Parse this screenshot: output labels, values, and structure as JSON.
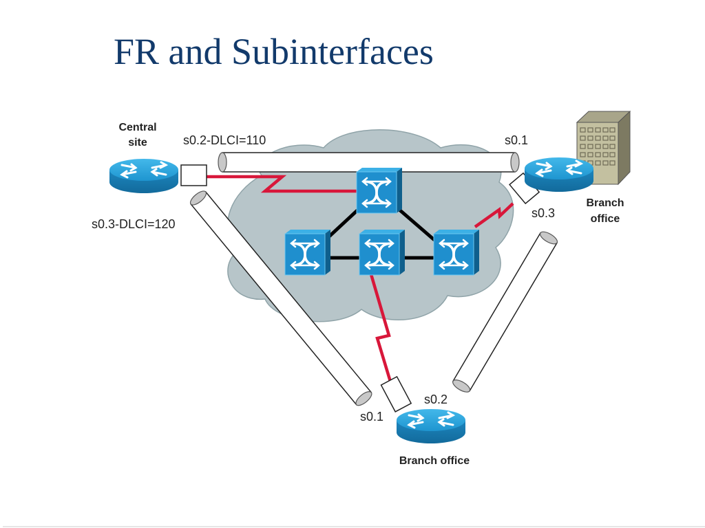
{
  "slide": {
    "title": "FR and Subinterfaces"
  },
  "diagram": {
    "colors": {
      "title": "#123a6b",
      "cloud": "#b7c5c9",
      "router_top": "#2aa3dc",
      "router_side": "#1a7fb5",
      "switch_face": "#1f8fce",
      "frame_relay_link": "#d8173a",
      "trunk_link": "#000000",
      "building": "#c3c0a0"
    },
    "nodes": {
      "central": {
        "label_line1": "Central",
        "label_line2": "site"
      },
      "branch_right": {
        "label_line1": "Branch",
        "label_line2": "office"
      },
      "branch_bottom": {
        "label": "Branch office"
      }
    },
    "interface_labels": {
      "central_s02": "s0.2-DLCI=110",
      "central_s03": "s0.3-DLCI=120",
      "right_s01": "s0.1",
      "right_s03": "s0.3",
      "bottom_s01": "s0.1",
      "bottom_s02": "s0.2"
    },
    "pvcs": [
      {
        "from": "Central site s0.2",
        "to": "Branch office (right) s0.1",
        "dlci": 110
      },
      {
        "from": "Central site s0.3",
        "to": "Branch office (bottom) s0.1",
        "dlci": 120
      },
      {
        "from": "Branch office (right) s0.3",
        "to": "Branch office (bottom) s0.2"
      }
    ],
    "frame_relay_switches": 4
  }
}
